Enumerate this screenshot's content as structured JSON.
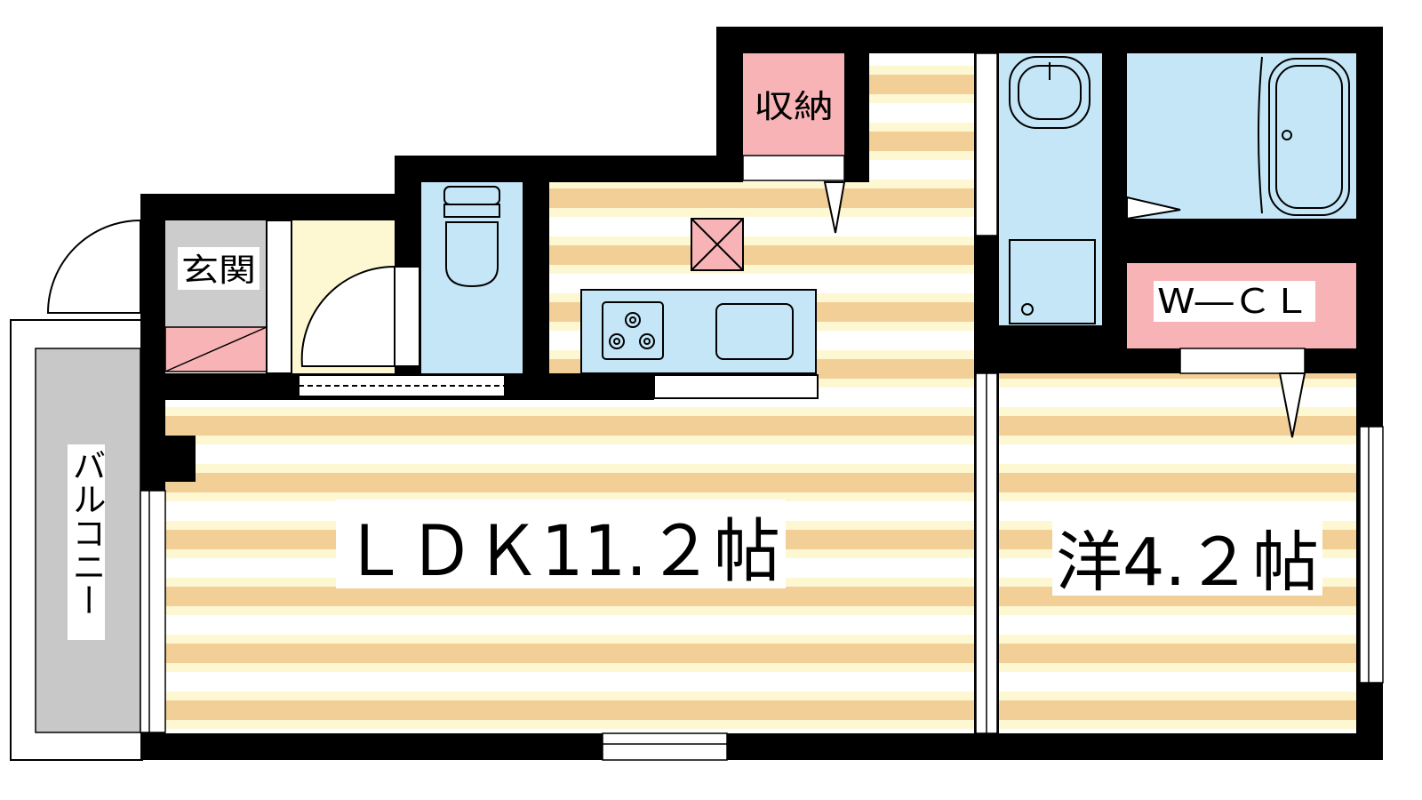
{
  "rooms": {
    "ldk": "ＬＤＫ11.２帖",
    "western": "洋4.２帖",
    "storage": "収納",
    "entrance": "玄関",
    "wcl": "W―ＣＬ",
    "balcony": "バルコニー"
  },
  "colors": {
    "wall": "#000000",
    "floor_stripe": "#f2cf97",
    "floor_light": "#fdf7d2",
    "floor_white": "#ffffff",
    "wet_area": "#c4e6f7",
    "storage": "#f7b3b5",
    "entrance": "#cccccc",
    "balcony": "#c8c8c8",
    "hallway": "#fdf8d2"
  }
}
